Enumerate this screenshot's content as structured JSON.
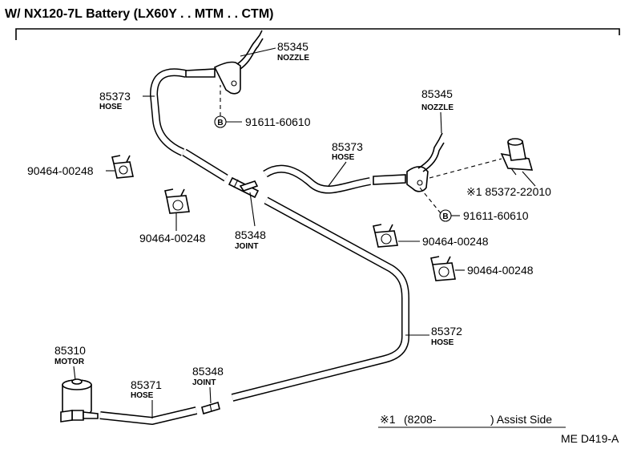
{
  "title": "W/ NX120-7L Battery (LX60Y . . MTM . . CTM)",
  "callouts": {
    "nozzle_top": {
      "number": "85345",
      "caption": "NOZZLE"
    },
    "hose_top_left": {
      "number": "85373",
      "caption": "HOSE"
    },
    "bolt_top": {
      "number": "91611-60610",
      "symbol": "B"
    },
    "clamp_left_a": {
      "number": "90464-00248"
    },
    "clamp_left_b": {
      "number": "90464-00248"
    },
    "joint_mid": {
      "number": "85348",
      "caption": "JOINT"
    },
    "hose_mid": {
      "number": "85373",
      "caption": "HOSE"
    },
    "nozzle_right": {
      "number": "85345",
      "caption": "NOZZLE"
    },
    "nozzle_assist": {
      "number": "※1 85372-22010"
    },
    "bolt_right": {
      "number": "91611-60610",
      "symbol": "B"
    },
    "clamp_right_a": {
      "number": "90464-00248"
    },
    "clamp_right_b": {
      "number": "90464-00248"
    },
    "hose_long": {
      "number": "85372",
      "caption": "HOSE"
    },
    "motor": {
      "number": "85310",
      "caption": "MOTOR"
    },
    "hose_motor": {
      "number": "85371",
      "caption": "HOSE"
    },
    "joint_low": {
      "number": "85348",
      "caption": "JOINT"
    }
  },
  "footnote": {
    "mark": "※1",
    "text": "(8208-",
    "tail": ") Assist Side"
  },
  "diagram_code": "ME  D419-A"
}
